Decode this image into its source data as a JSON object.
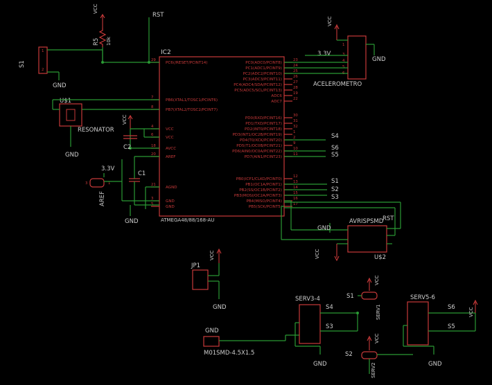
{
  "ic": {
    "name": "IC2",
    "part": "ATMEGA48/88/168-AU",
    "left_pins": [
      {
        "num": "29",
        "label": "PC6(/RESET/PCINT14)"
      },
      {
        "num": "7",
        "label": "PB6(XTAL1/TOSC1/PCINT6)"
      },
      {
        "num": "8",
        "label": "PB7(XTAL2/TOSC2/PCINT7)"
      },
      {
        "num": "4",
        "label": "VCC"
      },
      {
        "num": "6",
        "label": "VCC"
      },
      {
        "num": "18",
        "label": "AVCC"
      },
      {
        "num": "20",
        "label": "AREF"
      },
      {
        "num": "21",
        "label": "AGND"
      },
      {
        "num": "3",
        "label": "GND"
      },
      {
        "num": "5",
        "label": "GND"
      }
    ],
    "right_pins": [
      {
        "num": "23",
        "label": "PC0(ADC0/PCINT8)"
      },
      {
        "num": "24",
        "label": "PC1(ADC1/PCINT9)"
      },
      {
        "num": "25",
        "label": "PC2(ADC2/PCINT10)"
      },
      {
        "num": "26",
        "label": "PC3(ADC3/PCINT11)"
      },
      {
        "num": "27",
        "label": "PC4(ADC4/SDA/PCINT12)"
      },
      {
        "num": "28",
        "label": "PC5(ADC5/SCL/PCINT13)"
      },
      {
        "num": "19",
        "label": "ADC6"
      },
      {
        "num": "22",
        "label": "ADC7"
      },
      {
        "num": "30",
        "label": "PD0(RXD/PCINT16)"
      },
      {
        "num": "31",
        "label": "PD1(TXD/PCINT17)"
      },
      {
        "num": "32",
        "label": "PD2(INT0/PCINT18)"
      },
      {
        "num": "1",
        "label": "PD3(INT1/OC2B/PCINT19)"
      },
      {
        "num": "2",
        "label": "PD4(T0/XCK/PCINT20)"
      },
      {
        "num": "9",
        "label": "PD5(T1/OC0B/PCINT21)"
      },
      {
        "num": "10",
        "label": "PD6(AIN0/OC0A/PCINT22)"
      },
      {
        "num": "11",
        "label": "PD7(AIN1/PCINT23)"
      },
      {
        "num": "12",
        "label": "PB0(ICP1/CLKO/PCINT0)"
      },
      {
        "num": "13",
        "label": "PB1(OC1A/PCINT1)"
      },
      {
        "num": "14",
        "label": "PB2(SS/OC1B/PCINT2)"
      },
      {
        "num": "15",
        "label": "PB3(MOSI/OC2A/PCINT3)"
      },
      {
        "num": "16",
        "label": "PB4(MISO/PCINT4)"
      },
      {
        "num": "17",
        "label": "PB5(SCK/PCINT5)"
      }
    ]
  },
  "labels": {
    "vcc": "VCC",
    "gnd": "GND",
    "rst": "RST",
    "v33": "3.3V",
    "r5": "R5",
    "r5_val": "10k",
    "s1": "S1",
    "us1": "U$1",
    "resonator": "RESONATOR",
    "c1": "C1",
    "c2": "C2",
    "aref": "AREF",
    "acel": "ACELEROMETRO",
    "avrisp": "AVRISPSMD",
    "us2": "U$2",
    "jp1": "JP1",
    "serv34": "SERV3-4",
    "serv56": "SERV5-6",
    "serv1": "SERV1",
    "serv2": "SERV2",
    "m01": "M01SMD-4.5X1.5",
    "s1n": "S1",
    "s2n": "S2",
    "s3n": "S3",
    "s4n": "S4",
    "s5n": "S5",
    "s6n": "S6"
  },
  "colors": {
    "background": "#000000",
    "wire": "#2a9a34",
    "part": "#c83a3a",
    "text": "#cfcfcf"
  }
}
